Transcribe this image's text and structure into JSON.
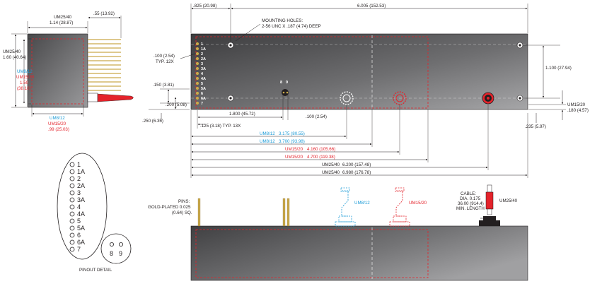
{
  "colors": {
    "body_dark": "#3c3c3e",
    "body_light": "#9a9a9c",
    "accent_cyan": "#1a9ad6",
    "accent_red": "#e4232b",
    "pin_gold": "#c9a94a",
    "ink": "#231f20"
  },
  "side_view": {
    "width_label": "UM25/40",
    "width_value": "1.14 (28.87)",
    "pin_extension": ".55 (13.92)",
    "height_label": "UM25/40",
    "height_value": "1.60 (40.64)",
    "um812_label": "UM8/12",
    "um1520_label": "UM15/20",
    "inner_height_value": "1.50",
    "inner_height_mm": "(38.10)",
    "bottom_um812": "UM8/12",
    "bottom_um1520": "UM15/20",
    "bottom_value": ".99 (25.03)"
  },
  "top_view": {
    "offset_left": ".825 (20.98)",
    "overall_length": "6.005 (152.53)",
    "mounting_title": "MOUNTING HOLES:",
    "mounting_spec": "2-56 UNC X .187 (4.74) DEEP",
    "pin_pitch": ".100 (2.54)",
    "pin_pitch_note": "TYP. 12X",
    "hole_spacing": "1.100 (27.94)",
    "right_label": "UM15/20",
    "right_value": ".180 (4.57)",
    "right_bottom": ".235 (5.97)",
    "left_150": ".150 (3.81)",
    "left_200": ".200 (5.08)",
    "left_250": ".250 (6.35)",
    "pin_block_width": "1.800 (45.72)",
    "pin_89_spacing": ".100 (2.54)",
    "pin_typ": ".125 (3.18) TYP. 13X",
    "pins_89_label_8": "8",
    "pins_89_label_9": "9",
    "pins": [
      "1",
      "1A",
      "2",
      "2A",
      "3",
      "3A",
      "4",
      "4A",
      "5",
      "5A",
      "6",
      "6A",
      "7"
    ]
  },
  "dimensions": [
    {
      "model": "UM8/12",
      "value": "3.175 (80.55)",
      "color": "cyan"
    },
    {
      "model": "UM8/12",
      "value": "3.700 (93.98)",
      "color": "cyan"
    },
    {
      "model": "UM15/20",
      "value": "4.160 (105.66)",
      "color": "red"
    },
    {
      "model": "UM15/20",
      "value": "4.700 (119.38)",
      "color": "red"
    },
    {
      "model": "UM25/40",
      "value": "6.200 (157.48)",
      "color": "ink"
    },
    {
      "model": "UM25/40",
      "value": "6.980 (176.78)",
      "color": "ink"
    }
  ],
  "pinout": {
    "caption": "PINOUT DETAIL",
    "pins": [
      "1",
      "1A",
      "2",
      "2A",
      "3",
      "3A",
      "4",
      "4A",
      "5",
      "5A",
      "6",
      "6A",
      "7"
    ],
    "aux_pin_8": "8",
    "aux_pin_9": "9"
  },
  "front_view": {
    "pins_title": "PINS:",
    "pins_spec": "GOLD-PLATED 0.025",
    "pins_size": "(0.64) SQ.",
    "connector_um812": "UM8/12",
    "connector_um1520": "UM15/20",
    "cable_title": "CABLE:",
    "cable_dia": "DIA. 0.175",
    "cable_length": "36.00 (914.4)",
    "cable_min": "MIN. LENGTH",
    "connector_um2540": "UM25/40"
  }
}
